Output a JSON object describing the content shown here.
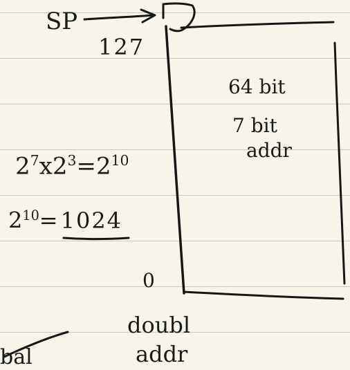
{
  "note": {
    "stack_pointer_label": "SP",
    "top_address": "127",
    "bottom_address": "0",
    "word_size": "64 bit",
    "addr_bits_line1": "7 bit",
    "addr_bits_line2": "addr",
    "equation_base": "2",
    "equation_exp_a": "7",
    "equation_times": "x",
    "equation_exp_b": "3",
    "equation_equals": "=",
    "equation_exp_result": "10",
    "result_lhs_base": "2",
    "result_lhs_exp": "10",
    "result_value": "1024",
    "bottom_line1": "doubl",
    "bottom_line2": "addr",
    "bottom_left_partial": "bal"
  },
  "colors": {
    "paper": "#f7f5e9",
    "rule_line": "#c9c9c0",
    "ink": "#161616"
  }
}
